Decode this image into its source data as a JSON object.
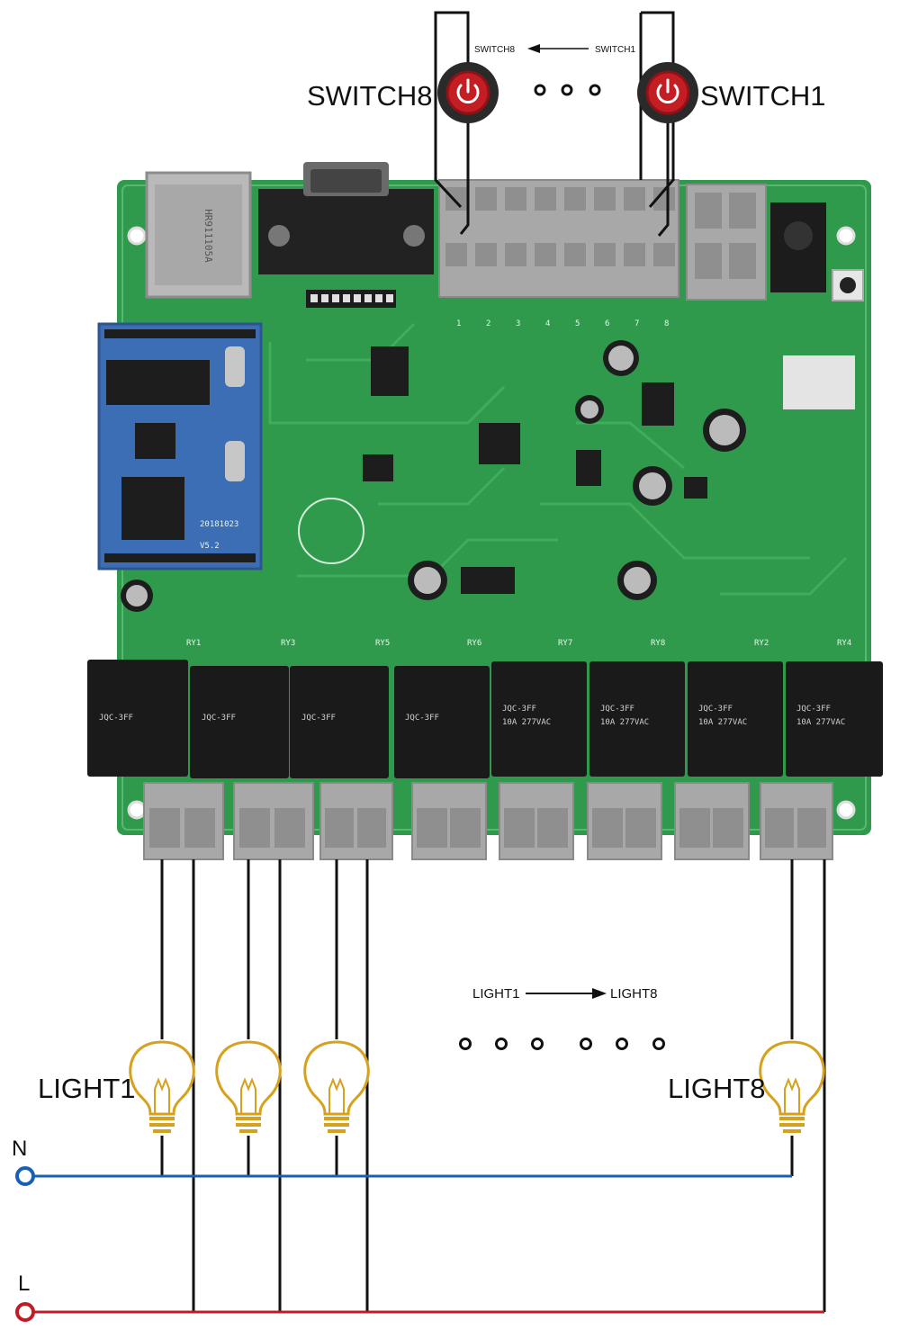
{
  "labels": {
    "switch8": "SWITCH8",
    "switch1": "SWITCH1",
    "switch_arrow_from": "SWITCH8",
    "switch_arrow_to": "SWITCH1",
    "light1": "LIGHT1",
    "light8": "LIGHT8",
    "light_arrow_from": "LIGHT1",
    "light_arrow_to": "LIGHT8",
    "neutral": "N",
    "live": "L"
  },
  "board": {
    "ethernet_text": "HR911105A",
    "relay_labels": [
      "RY1",
      "RY3",
      "RY5",
      "RY6",
      "RY7",
      "RY8",
      "RY2",
      "RY4"
    ],
    "relay_model": "JQC-3FF",
    "relay_rating": "10A 277VAC",
    "module_date": "20181023",
    "module_version": "V5.2",
    "terminal_numbers": [
      "1",
      "2",
      "3",
      "4",
      "5",
      "6",
      "7",
      "8"
    ]
  },
  "icons": {
    "switch": "power-icon",
    "light": "light-bulb-icon"
  },
  "colors": {
    "neutral_line": "#1a5fb4",
    "live_line": "#c01c28",
    "bulb": "#d6a21e",
    "pcb": "#2f9a4c",
    "switch_button": "#c51d24"
  }
}
